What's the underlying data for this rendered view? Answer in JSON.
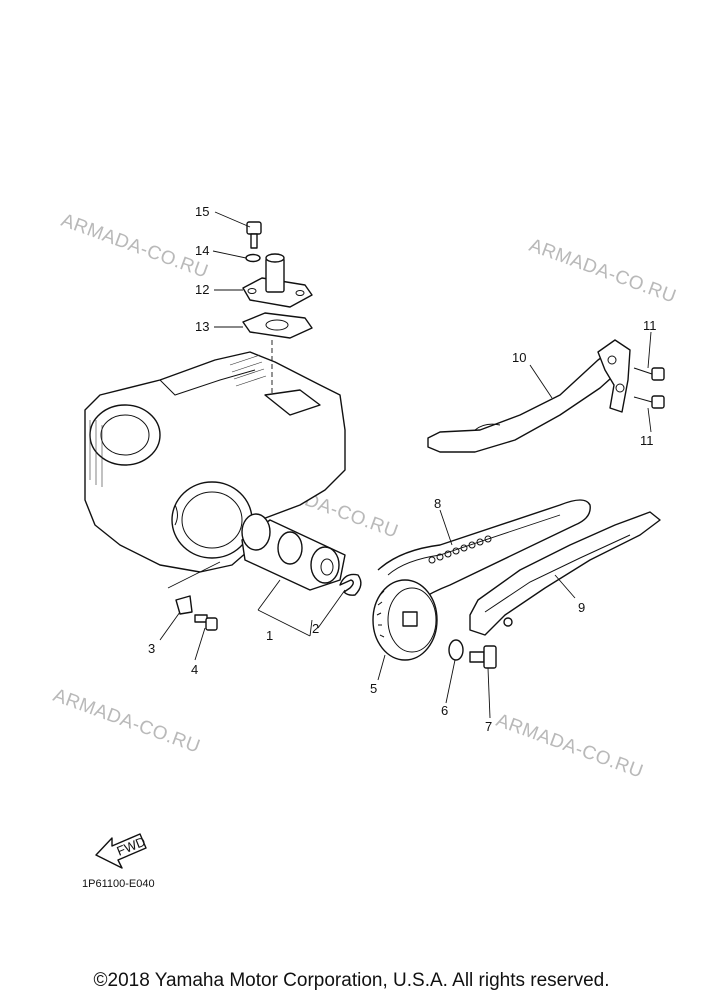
{
  "watermarks": [
    "ARMADA-CO.RU",
    "ARMADA-CO.RU",
    "ARMADA-CO.RU",
    "ARMADA-CO.RU",
    "ARMADA-CO.RU"
  ],
  "callouts": {
    "c1": "1",
    "c2": "2",
    "c3": "3",
    "c4": "4",
    "c5": "5",
    "c6": "6",
    "c7": "7",
    "c8": "8",
    "c9": "9",
    "c10": "10",
    "c11a": "11",
    "c11b": "11",
    "c12": "12",
    "c13": "13",
    "c14": "14",
    "c15": "15"
  },
  "fwd_label": "FWD",
  "catalog_code": "1P61100-E040",
  "copyright": "©2018 Yamaha Motor Corporation, U.S.A. All rights reserved."
}
